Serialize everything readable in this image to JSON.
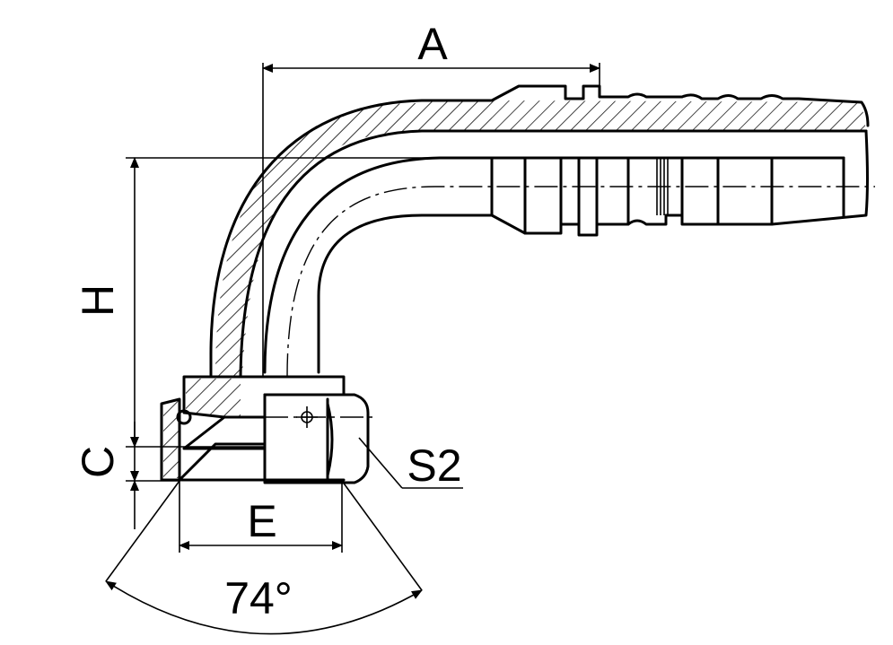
{
  "labels": {
    "a": "A",
    "h": "H",
    "c": "C",
    "e": "E",
    "s2": "S2",
    "angle": "74°"
  },
  "colors": {
    "line": "#000000",
    "background": "#ffffff"
  }
}
